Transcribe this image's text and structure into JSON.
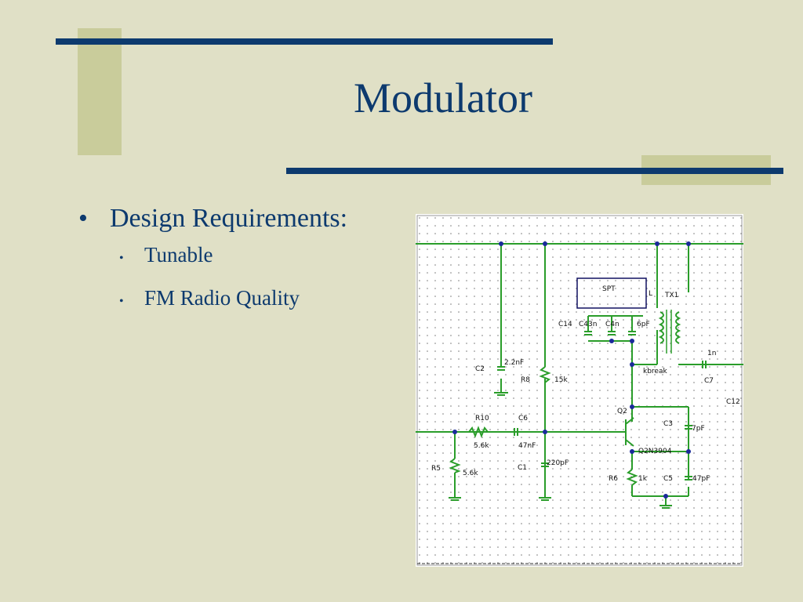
{
  "slide": {
    "title": "Modulator",
    "bullets": [
      {
        "text": "Design Requirements:",
        "children": [
          "Tunable",
          "FM Radio Quality"
        ]
      }
    ]
  },
  "schematic": {
    "labels": {
      "spt": "SPT",
      "l": "L",
      "tx1": "TX1",
      "c14": "C14",
      "c43n": "C43n",
      "c4n": "C4n",
      "c6pf": "6pF",
      "kbreak": "kbreak",
      "c7val": "1n",
      "c7": "C7",
      "c12": "C12",
      "c2": "C2",
      "c2val": "2.2nF",
      "r8": "R8",
      "r8val": "15k",
      "q2": "Q2",
      "c3": "C3",
      "c3val": "7pF",
      "q2model": "Q2N3904",
      "r10": "R10",
      "r10val": "5.6k",
      "c6": "C6",
      "c6val": "47nF",
      "c1": "C1",
      "c1val": "220pF",
      "r5": "R5",
      "r5val": "5.6k",
      "r6": "R6",
      "r6val": "1k",
      "c5": "C5",
      "c5val": "47pF"
    }
  },
  "colors": {
    "background": "#e0e0c6",
    "accent_block": "#c9cc9b",
    "title_text": "#0d3a6e",
    "rule": "#0d3a6e",
    "wire": "#2a9d2a",
    "node": "#1a2a9a"
  }
}
